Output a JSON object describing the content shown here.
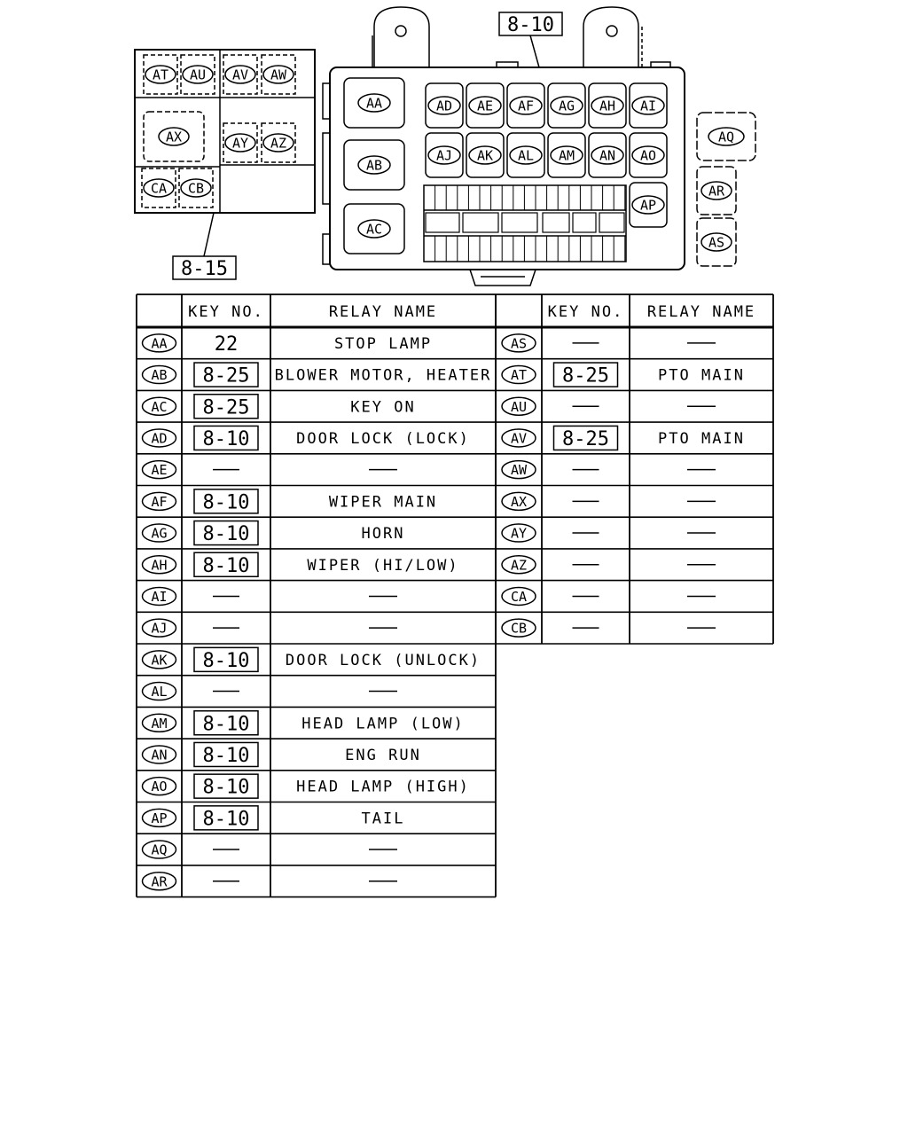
{
  "callouts": {
    "main": "8-10",
    "sub": "8-15"
  },
  "sub_box": {
    "slots": [
      "AT",
      "AU",
      "AV",
      "AW",
      "AX",
      "AY",
      "AZ",
      "CA",
      "CB"
    ]
  },
  "main_box": {
    "big_relays": [
      "AA",
      "AB",
      "AC"
    ],
    "row1": [
      "AD",
      "AE",
      "AF",
      "AG",
      "AH",
      "AI"
    ],
    "row2": [
      "AJ",
      "AK",
      "AL",
      "AM",
      "AN",
      "AO"
    ],
    "ap": "AP"
  },
  "side_relays": [
    "AQ",
    "AR",
    "AS"
  ],
  "table": {
    "headers": {
      "key_no": "KEY NO.",
      "relay_name": "RELAY NAME"
    },
    "left_rows": [
      {
        "id": "AA",
        "key": "22",
        "boxed": false,
        "name": "STOP LAMP"
      },
      {
        "id": "AB",
        "key": "8-25",
        "boxed": true,
        "name": "BLOWER MOTOR, HEATER"
      },
      {
        "id": "AC",
        "key": "8-25",
        "boxed": true,
        "name": "KEY ON"
      },
      {
        "id": "AD",
        "key": "8-10",
        "boxed": true,
        "name": "DOOR LOCK (LOCK)"
      },
      {
        "id": "AE",
        "key": "—",
        "boxed": false,
        "name": "—"
      },
      {
        "id": "AF",
        "key": "8-10",
        "boxed": true,
        "name": "WIPER MAIN"
      },
      {
        "id": "AG",
        "key": "8-10",
        "boxed": true,
        "name": "HORN"
      },
      {
        "id": "AH",
        "key": "8-10",
        "boxed": true,
        "name": "WIPER (HI/LOW)"
      },
      {
        "id": "AI",
        "key": "—",
        "boxed": false,
        "name": "—"
      },
      {
        "id": "AJ",
        "key": "—",
        "boxed": false,
        "name": "—"
      },
      {
        "id": "AK",
        "key": "8-10",
        "boxed": true,
        "name": "DOOR LOCK (UNLOCK)"
      },
      {
        "id": "AL",
        "key": "—",
        "boxed": false,
        "name": "—"
      },
      {
        "id": "AM",
        "key": "8-10",
        "boxed": true,
        "name": "HEAD LAMP (LOW)"
      },
      {
        "id": "AN",
        "key": "8-10",
        "boxed": true,
        "name": "ENG RUN"
      },
      {
        "id": "AO",
        "key": "8-10",
        "boxed": true,
        "name": "HEAD LAMP (HIGH)"
      },
      {
        "id": "AP",
        "key": "8-10",
        "boxed": true,
        "name": "TAIL"
      },
      {
        "id": "AQ",
        "key": "—",
        "boxed": false,
        "name": "—"
      },
      {
        "id": "AR",
        "key": "—",
        "boxed": false,
        "name": "—"
      }
    ],
    "right_rows": [
      {
        "id": "AS",
        "key": "—",
        "boxed": false,
        "name": "—"
      },
      {
        "id": "AT",
        "key": "8-25",
        "boxed": true,
        "name": "PTO MAIN"
      },
      {
        "id": "AU",
        "key": "—",
        "boxed": false,
        "name": "—"
      },
      {
        "id": "AV",
        "key": "8-25",
        "boxed": true,
        "name": "PTO MAIN"
      },
      {
        "id": "AW",
        "key": "—",
        "boxed": false,
        "name": "—"
      },
      {
        "id": "AX",
        "key": "—",
        "boxed": false,
        "name": "—"
      },
      {
        "id": "AY",
        "key": "—",
        "boxed": false,
        "name": "—"
      },
      {
        "id": "AZ",
        "key": "—",
        "boxed": false,
        "name": "—"
      },
      {
        "id": "CA",
        "key": "—",
        "boxed": false,
        "name": "—"
      },
      {
        "id": "CB",
        "key": "—",
        "boxed": false,
        "name": "—"
      }
    ]
  }
}
